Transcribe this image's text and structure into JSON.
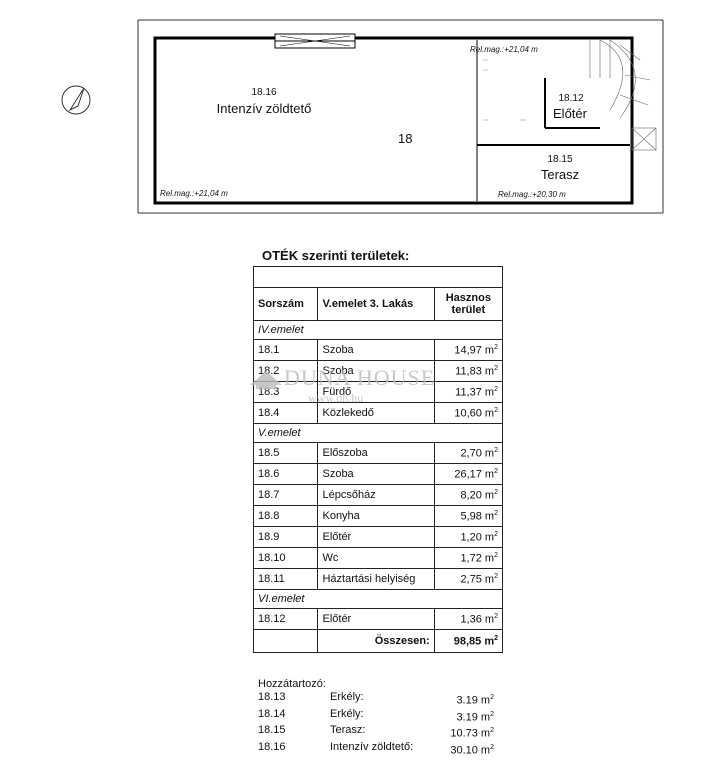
{
  "plan": {
    "room_1816": {
      "num": "18.16",
      "name": "Intenzív zöldtető"
    },
    "unit_label": "18",
    "room_1812": {
      "num": "18.12",
      "name": "Előtér"
    },
    "room_1815": {
      "num": "18.15",
      "name": "Terasz"
    },
    "rel_left": "Rel.mag.:+21,04 m",
    "rel_top": "Rel.mag.:+21,04 m",
    "rel_right": "Rel.mag.:+20,30 m"
  },
  "table": {
    "title": "OTÉK szerinti területek:",
    "headers": {
      "col1": "Sorszám",
      "col2": "V.emelet 3. Lakás",
      "col3": "Hasznos terület"
    },
    "unit": "m",
    "unit_sup": "2",
    "sections": [
      {
        "label": "IV.emelet",
        "rows": [
          {
            "num": "18.1",
            "name": "Szoba",
            "area": "14,97"
          },
          {
            "num": "18.2",
            "name": "Szoba",
            "area": "11,83"
          },
          {
            "num": "18.3",
            "name": "Fürdő",
            "area": "11,37"
          },
          {
            "num": "18.4",
            "name": "Közlekedő",
            "area": "10,60"
          }
        ]
      },
      {
        "label": "V.emelet",
        "rows": [
          {
            "num": "18.5",
            "name": "Előszoba",
            "area": "2,70"
          },
          {
            "num": "18.6",
            "name": "Szoba",
            "area": "26,17"
          },
          {
            "num": "18.7",
            "name": "Lépcsőház",
            "area": "8,20"
          },
          {
            "num": "18.8",
            "name": "Konyha",
            "area": "5,98"
          },
          {
            "num": "18.9",
            "name": "Előtér",
            "area": "1,20"
          },
          {
            "num": "18.10",
            "name": "Wc",
            "area": "1,72"
          },
          {
            "num": "18.11",
            "name": "Háztartási helyiség",
            "area": "2,75"
          }
        ]
      },
      {
        "label": "VI.emelet",
        "rows": [
          {
            "num": "18.12",
            "name": "Előtér",
            "area": "1,36"
          }
        ]
      }
    ],
    "total_label": "Összesen:",
    "total_value": "98,85"
  },
  "appendix": {
    "title": "Hozzátartozó:",
    "rows": [
      {
        "num": "18.13",
        "name": "Erkély:",
        "area": "3.19"
      },
      {
        "num": "18.14",
        "name": "Erkély:",
        "area": "3.19"
      },
      {
        "num": "18.15",
        "name": "Terasz:",
        "area": "10.73"
      },
      {
        "num": "18.16",
        "name": "Intenzív zöldtető:",
        "area": "30.10"
      }
    ]
  },
  "watermark": {
    "brand": "DUNA HOUSE",
    "url": "www.dh.hu"
  }
}
